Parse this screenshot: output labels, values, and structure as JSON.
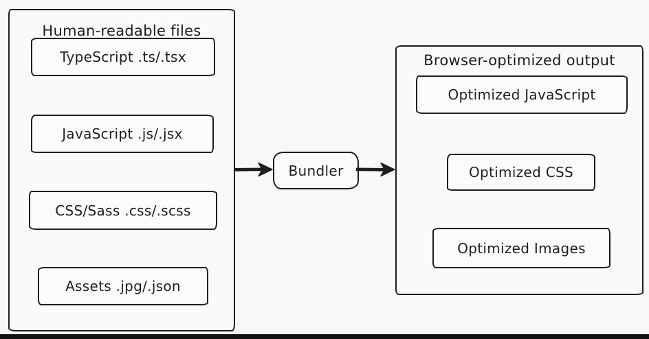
{
  "colors": {
    "stroke": "#1e1e1e",
    "background": "#f8f8f8",
    "bottom_bar": "#141414"
  },
  "left_panel": {
    "title": "Human-readable files",
    "items": [
      "TypeScript .ts/.tsx",
      "JavaScript .js/.jsx",
      "CSS/Sass .css/.scss",
      "Assets .jpg/.json"
    ]
  },
  "bundler": {
    "label": "Bundler"
  },
  "right_panel": {
    "title": "Browser-optimized output",
    "items": [
      "Optimized JavaScript",
      "Optimized CSS",
      "Optimized Images"
    ]
  },
  "icons": {
    "flow_arrow": "thick-right-arrow"
  }
}
